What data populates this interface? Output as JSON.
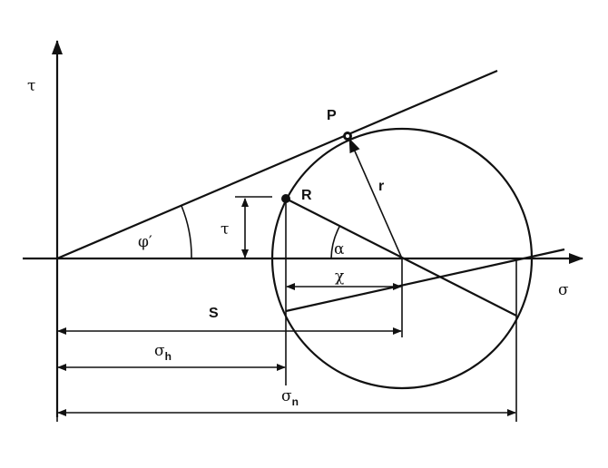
{
  "labels": {
    "tau_axis": "τ",
    "sigma_axis": "σ",
    "P": "P",
    "R": "R",
    "r": "r",
    "phi": "φ′",
    "tau_dim": "τ",
    "alpha": "α",
    "chi": "χ",
    "S": "S",
    "sigma_h": "σ",
    "sigma_h_sub": "h",
    "sigma_n": "σ",
    "sigma_n_sub": "n"
  }
}
